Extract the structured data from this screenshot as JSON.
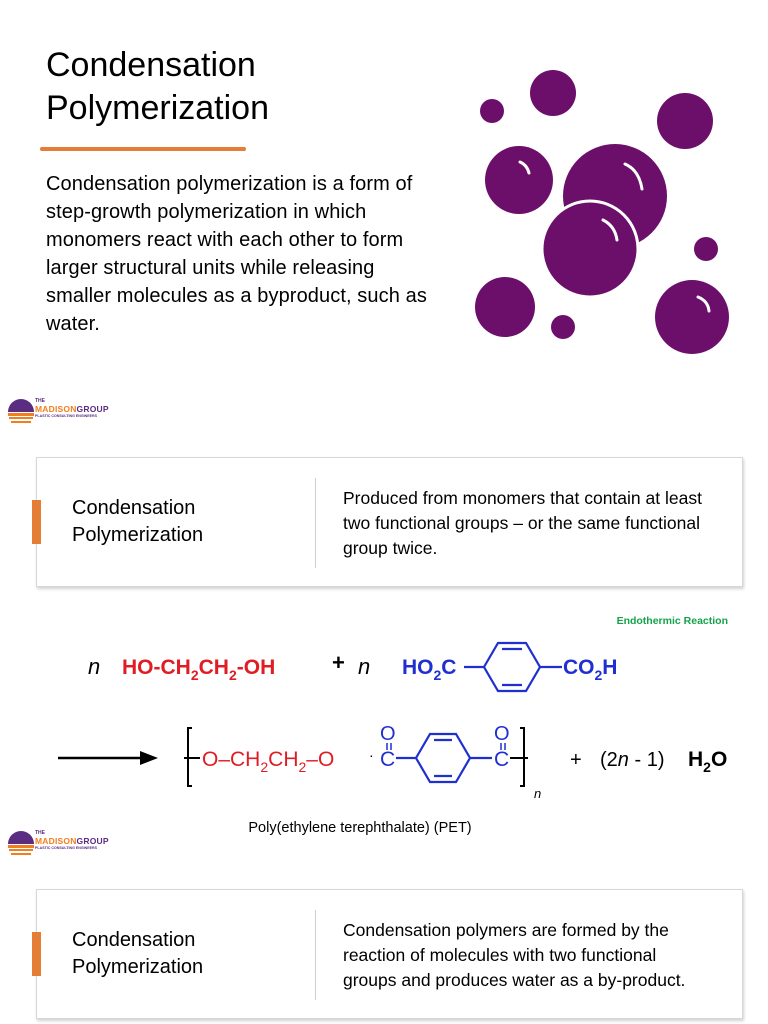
{
  "slide": {
    "title": "Condensation Polymerization",
    "intro": "Condensation polymerization is a form of step-growth polymerization in which monomers react with each other to form larger structural units while releasing smaller molecules as a byproduct, such as water."
  },
  "logo": {
    "the": "THE",
    "madison": "MADISON",
    "group": "GROUP",
    "subtitle": "PLASTIC CONSULTING ENGINEERS"
  },
  "card1": {
    "title": "Condensation Polymerization",
    "description": "Produced from monomers that contain at least two functional groups – or the same functional group twice."
  },
  "card2": {
    "title": "Condensation Polymerization",
    "description": "Condensation polymers are formed by the reaction of molecules with two functional groups and produces water as a by-product."
  },
  "reaction": {
    "type_label": "Endothermic Reaction",
    "coef_n": "n",
    "plus": "+",
    "reactant1": "HO-CH2CH2-OH",
    "reactant2_left": "HO2C",
    "reactant2_right": "CO2H",
    "product_chain": "O–CH2CH2–O",
    "carbonyl_o": "O",
    "carbonyl_c": "C",
    "water_coef": "(2n - 1)",
    "water": "H2O",
    "caption": "Poly(ethylene terephthalate) (PET)"
  },
  "colors": {
    "accent_orange": "#e47d36",
    "bubble_purple": "#6b0f6b",
    "red_formula": "#e01c24",
    "blue_formula": "#1f2fd0",
    "green_label": "#13a34a"
  }
}
